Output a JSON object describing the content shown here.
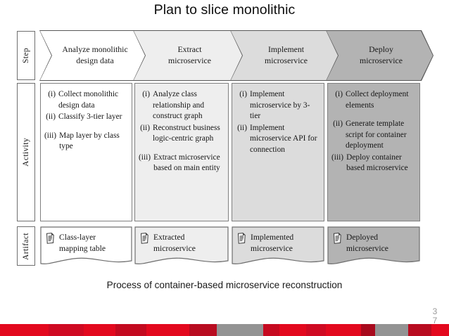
{
  "slide": {
    "title": "Plan to slice monolithic",
    "caption": "Process of container-based microservice reconstruction",
    "page_number_line1": "3",
    "page_number_line2": "7"
  },
  "figure": {
    "row_labels": [
      {
        "name": "step",
        "label": "Step"
      },
      {
        "name": "activity",
        "label": "Activity"
      },
      {
        "name": "artifact",
        "label": "Artifact"
      }
    ],
    "columns": [
      {
        "key": "analyze",
        "step": {
          "line1": "Analyze monolithic",
          "line2": "design data"
        },
        "fill": "#ffffff",
        "activities": [
          {
            "num": "(i)",
            "text": "Collect monolithic design data"
          },
          {
            "num": "(ii)",
            "text": "Classify 3-tier layer"
          },
          {
            "gap": true
          },
          {
            "num": "(iii)",
            "text": "Map layer by class type"
          }
        ],
        "artifact": {
          "line1": "Class-layer",
          "line2": "mapping table",
          "icon": "document-icon"
        }
      },
      {
        "key": "extract",
        "step": {
          "line1": "Extract",
          "line2": "microservice"
        },
        "fill": "#eeeeee",
        "activities": [
          {
            "num": "(i)",
            "text": "Analyze class relationship and construct graph"
          },
          {
            "num": "(ii)",
            "text": "Reconstruct business logic-centric graph"
          },
          {
            "gap": true
          },
          {
            "num": "(iii)",
            "text": "Extract microservice based on main entity"
          }
        ],
        "artifact": {
          "line1": "Extracted",
          "line2": "microservice",
          "icon": "document-icon"
        }
      },
      {
        "key": "implement",
        "step": {
          "line1": "Implement",
          "line2": "microservice"
        },
        "fill": "#dcdcdc",
        "activities": [
          {
            "num": "(i)",
            "text": "Implement microservice by 3-tier"
          },
          {
            "num": "(ii)",
            "text": "Implement microservice API for connection"
          }
        ],
        "artifact": {
          "line1": "Implemented",
          "line2": "microservice",
          "icon": "document-icon"
        }
      },
      {
        "key": "deploy",
        "step": {
          "line1": "Deploy",
          "line2": "microservice"
        },
        "fill": "#b3b3b3",
        "activities": [
          {
            "num": "(i)",
            "text": "Collect deployment elements"
          },
          {
            "gap": true
          },
          {
            "num": "(ii)",
            "text": "Generate template script for container deployment"
          },
          {
            "num": "(iii)",
            "text": "Deploy container based microservice"
          }
        ],
        "artifact": {
          "line1": "Deployed",
          "line2": "microservice",
          "icon": "document-icon"
        }
      }
    ]
  },
  "bottom_bar": {
    "segments": [
      {
        "color": "#e3091e",
        "width": 25
      },
      {
        "color": "#cf0a22",
        "width": 18
      },
      {
        "color": "#e3091e",
        "width": 16
      },
      {
        "color": "#c30a1f",
        "width": 16
      },
      {
        "color": "#e3091e",
        "width": 22
      },
      {
        "color": "#b80c20",
        "width": 14
      },
      {
        "color": "#939393",
        "width": 24
      },
      {
        "color": "#c60a20",
        "width": 8
      },
      {
        "color": "#e3091e",
        "width": 14
      },
      {
        "color": "#cf0a22",
        "width": 10
      },
      {
        "color": "#e3091e",
        "width": 18
      },
      {
        "color": "#a80a1d",
        "width": 7
      },
      {
        "color": "#939393",
        "width": 17
      },
      {
        "color": "#b80c20",
        "width": 12
      },
      {
        "color": "#e3091e",
        "width": 9
      }
    ],
    "accent_red": "#e3091e",
    "accent_gray": "#939393"
  }
}
